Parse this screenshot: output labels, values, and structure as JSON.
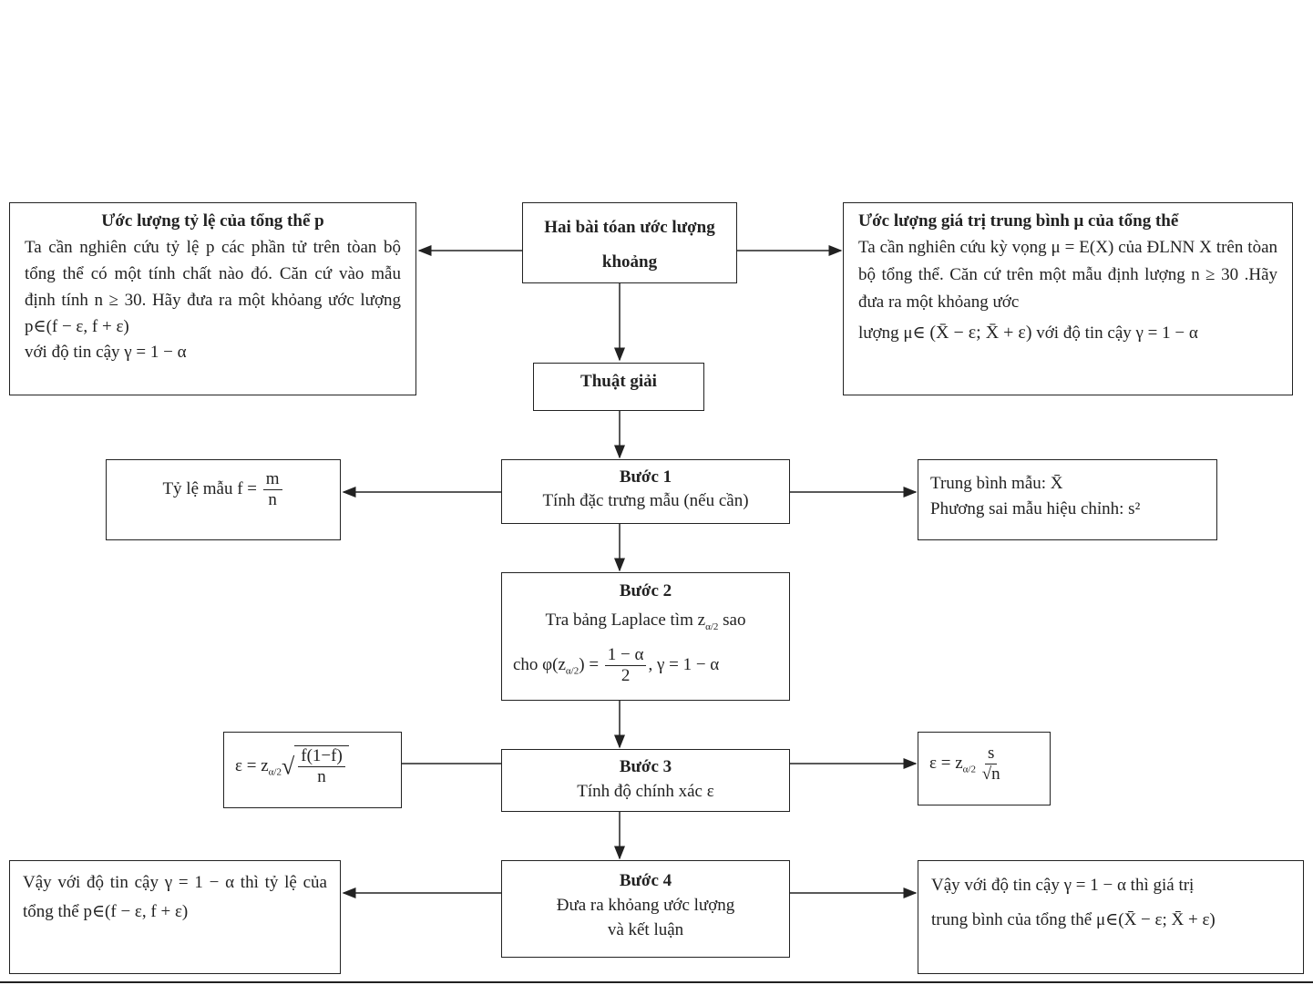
{
  "top_left": {
    "title": "Ước lượng tỷ lệ của tổng thể p",
    "body": "Ta cần nghiên cứu tỷ lệ p các phần tử trên tòan bộ tổng thể có một tính chất nào đó. Căn cứ vào mẫu định tính n ≥ 30. Hãy đưa ra một khỏang ước lượng p∈(f − ε, f + ε)",
    "body2": "với độ tin cậy γ = 1 − α"
  },
  "top_center": {
    "title": "Hai bài tóan ước lượng khoảng"
  },
  "top_right": {
    "title": "Ước lượng giá trị trung bình μ của tổng thể",
    "body": "Ta cần nghiên cứu kỳ vọng μ = E(X) của ĐLNN X trên tòan bộ tổng thể. Căn cứ trên một mẫu định lượng n ≥ 30 .Hãy đưa ra một khỏang ước",
    "body2_prefix": "lượng μ∈",
    "body2_interval": "(X̄ − ε; X̄ + ε)",
    "body2_suffix": "với độ tin cậy γ = 1 − α"
  },
  "algorithm": {
    "title": "Thuật giải"
  },
  "step1": {
    "title": "Bước 1",
    "text": "Tính đặc trưng mẫu (nếu cần)",
    "left_label": "Tỷ lệ mẫu  f =",
    "left_num": "m",
    "left_den": "n",
    "right_line1": "Trung bình mẫu:  X̄",
    "right_line2": "Phương sai mẫu hiệu chỉnh: s²"
  },
  "step2": {
    "title": "Bước 2",
    "line1": "Tra bảng Laplace tìm  z",
    "line1_sub": "α/2",
    "line1_end": " sao",
    "line2_prefix": "cho φ(z",
    "line2_sub": "α/2",
    "line2_mid": ") =",
    "frac_num": "1 − α",
    "frac_den": "2",
    "line2_end": ", γ = 1 − α"
  },
  "step3": {
    "title": "Bước 3",
    "text": "Tính độ chính xác ε",
    "left_prefix": "ε = z",
    "left_sub": "α/2",
    "left_num": "f(1−f)",
    "left_den": "n",
    "right_prefix": "ε = z",
    "right_sub": "α/2",
    "right_num": "s",
    "right_den": "√n"
  },
  "step4": {
    "title": "Bước 4",
    "line1": "Đưa ra khỏang ước lượng",
    "line2": "và kết luận",
    "left": "Vậy với độ tin cậy  γ = 1 − α  thì tỷ lệ của tổng thể p∈(f − ε, f + ε)",
    "right_line1": "Vậy với độ tin cậy  γ = 1 − α  thì giá trị",
    "right_line2": "trung bình của tổng thể μ∈(X̄ − ε; X̄ + ε)"
  }
}
